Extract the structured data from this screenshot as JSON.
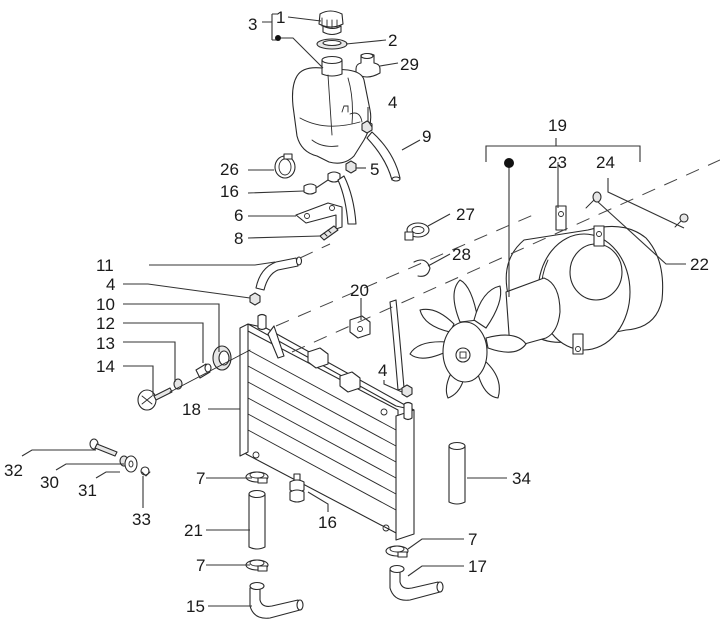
{
  "diagram": {
    "type": "exploded-parts-diagram",
    "subject": "cooling system",
    "colors": {
      "line": "#2a2a2a",
      "background": "#ffffff",
      "part_fill": "#ffffff",
      "shaded_fill": "#e6e6e6"
    },
    "labels": {
      "l1": "1",
      "l2": "2",
      "l3": "3",
      "l29": "29",
      "l4a": "4",
      "l9": "9",
      "l26": "26",
      "l5": "5",
      "l16a": "16",
      "l6": "6",
      "l8": "8",
      "l27": "27",
      "l28": "28",
      "l19": "19",
      "l23": "23",
      "l24": "24",
      "l22": "22",
      "l11": "11",
      "l4b": "4",
      "l10": "10",
      "l12": "12",
      "l13": "13",
      "l14": "14",
      "l20": "20",
      "l4c": "4",
      "l18": "18",
      "l32": "32",
      "l30": "30",
      "l31": "31",
      "l33": "33",
      "l7a": "7",
      "l21": "21",
      "l7b": "7",
      "l15": "15",
      "l16b": "16",
      "l34": "34",
      "l7c": "7",
      "l17": "17"
    },
    "parts": [
      {
        "id": "1",
        "name": "filler cap"
      },
      {
        "id": "2",
        "name": "seal ring"
      },
      {
        "id": "3",
        "name": "expansion tank assembly"
      },
      {
        "id": "4",
        "name": "nut"
      },
      {
        "id": "5",
        "name": "nut"
      },
      {
        "id": "6",
        "name": "bracket"
      },
      {
        "id": "7",
        "name": "hose clamp"
      },
      {
        "id": "8",
        "name": "screw"
      },
      {
        "id": "9",
        "name": "hose"
      },
      {
        "id": "10",
        "name": "rubber grommet"
      },
      {
        "id": "11",
        "name": "hose"
      },
      {
        "id": "12",
        "name": "spacer"
      },
      {
        "id": "13",
        "name": "washer"
      },
      {
        "id": "14",
        "name": "screw"
      },
      {
        "id": "15",
        "name": "hose"
      },
      {
        "id": "16",
        "name": "rubber mount"
      },
      {
        "id": "17",
        "name": "hose"
      },
      {
        "id": "18",
        "name": "radiator"
      },
      {
        "id": "19",
        "name": "electric fan assembly"
      },
      {
        "id": "20",
        "name": "clip"
      },
      {
        "id": "21",
        "name": "hose"
      },
      {
        "id": "22",
        "name": "fan shroud"
      },
      {
        "id": "23",
        "name": "bracket"
      },
      {
        "id": "24",
        "name": "screw"
      },
      {
        "id": "26",
        "name": "hose clamp"
      },
      {
        "id": "27",
        "name": "hose clamp"
      },
      {
        "id": "28",
        "name": "clip"
      },
      {
        "id": "29",
        "name": "rubber cap"
      },
      {
        "id": "30",
        "name": "bushing"
      },
      {
        "id": "31",
        "name": "washer"
      },
      {
        "id": "32",
        "name": "bolt"
      },
      {
        "id": "33",
        "name": "nut"
      },
      {
        "id": "34",
        "name": "hose"
      }
    ]
  }
}
